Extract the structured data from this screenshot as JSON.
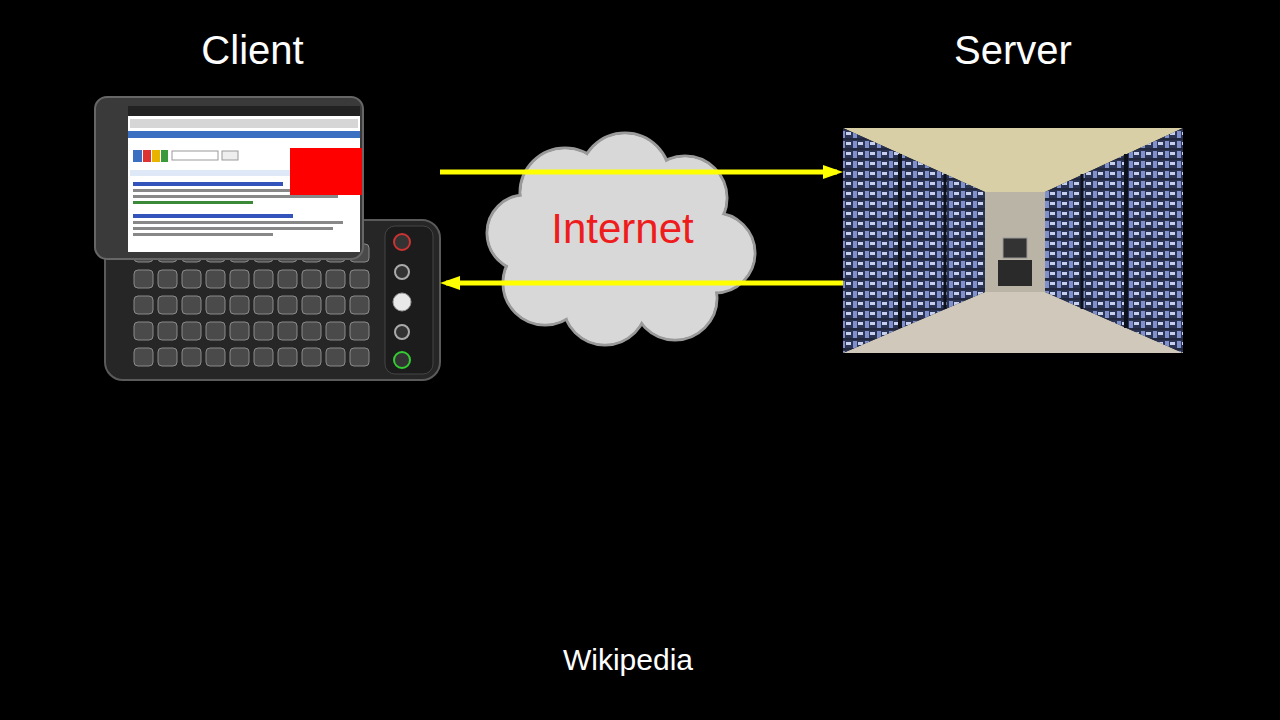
{
  "diagram": {
    "nodes": [
      {
        "text": [
          "Client"
        ]
      },
      {
        "text": [
          "Internet"
        ]
      },
      {
        "text": [
          "Server"
        ]
      }
    ],
    "edges": [
      {
        "from": 0,
        "to": 2,
        "arrow": "to"
      },
      {
        "from": 2,
        "to": 0,
        "arrow": "to"
      }
    ],
    "labels": [
      "Wikipedia"
    ]
  }
}
